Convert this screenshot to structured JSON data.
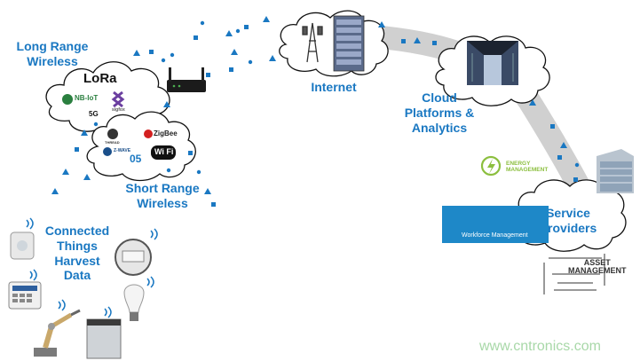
{
  "labels": {
    "long_range": [
      "Long Range",
      "Wireless"
    ],
    "short_range": [
      "Short Range",
      "Wireless"
    ],
    "connected": [
      "Connected",
      "Things",
      "Harvest",
      "Data"
    ],
    "internet": "Internet",
    "cloud": [
      "Cloud",
      "Platforms &",
      "Analytics"
    ],
    "service": [
      "Service",
      "Providers"
    ]
  },
  "long_range_logos": {
    "lora": "LoRa",
    "nbiot": "NB-IoT",
    "sigfox": "sigfox",
    "fiveg": "5G"
  },
  "short_range_logos": {
    "thread": "THREAD",
    "zigbee": "ZigBee",
    "zwave": "Z-WAVE",
    "zero_five": "05",
    "wifi": "Wi Fi"
  },
  "service_items": {
    "energy": [
      "ENERGY",
      "MANAGEMENT"
    ],
    "workforce": "Workforce Management",
    "asset": [
      "ASSET",
      "MANAGEMENT"
    ]
  },
  "watermark": "www.cntronics.com",
  "colors": {
    "label_blue": "#1a78c2",
    "dot_blue": "#1a78c2",
    "arc_gray": "#cfcfcf",
    "banner_blue": "#1e88c8",
    "energy_green": "#8cbf3f"
  }
}
